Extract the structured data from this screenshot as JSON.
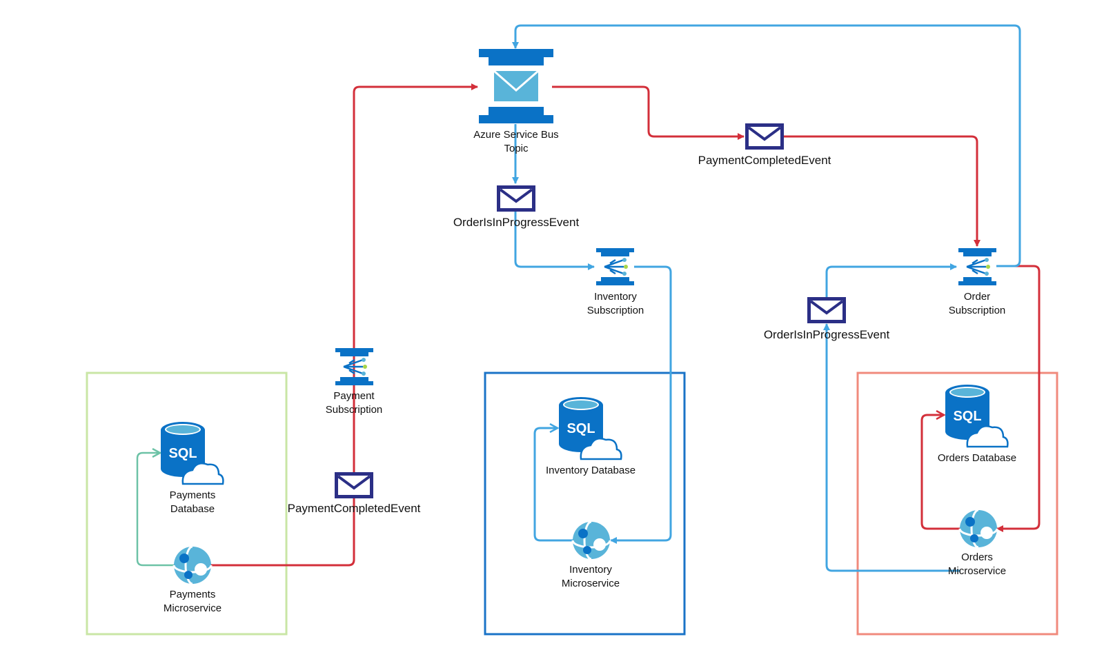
{
  "colors": {
    "payment_flow": "#d32f3a",
    "order_flow": "#41a5e1",
    "payments_box": "#c9e6a5",
    "inventory_box": "#1a73c7",
    "orders_box": "#f08a7c",
    "icon_blue": "#0a72c6",
    "icon_light": "#59b4d9",
    "envelope": "#2b2f86"
  },
  "topic": {
    "name": "Azure Service Bus Topic",
    "icon": "service-bus-topic-icon"
  },
  "subscriptions": {
    "payment": "Payment Subscription",
    "inventory": "Inventory Subscription",
    "order": "Order Subscription"
  },
  "databases": {
    "payments": "Payments Database",
    "inventory": "Inventory Database",
    "orders": "Orders Database",
    "sql_text": "SQL"
  },
  "microservices": {
    "payments": "Payments Microservice",
    "inventory": "Inventory Microservice",
    "orders": "Orders Microservice"
  },
  "events": {
    "payment_completed_top": "PaymentCompletedEvent",
    "order_in_progress_center": "OrderIsInProgressEvent",
    "order_in_progress_right": "OrderIsInProgressEvent",
    "payment_completed_left": "PaymentCompletedEvent"
  }
}
